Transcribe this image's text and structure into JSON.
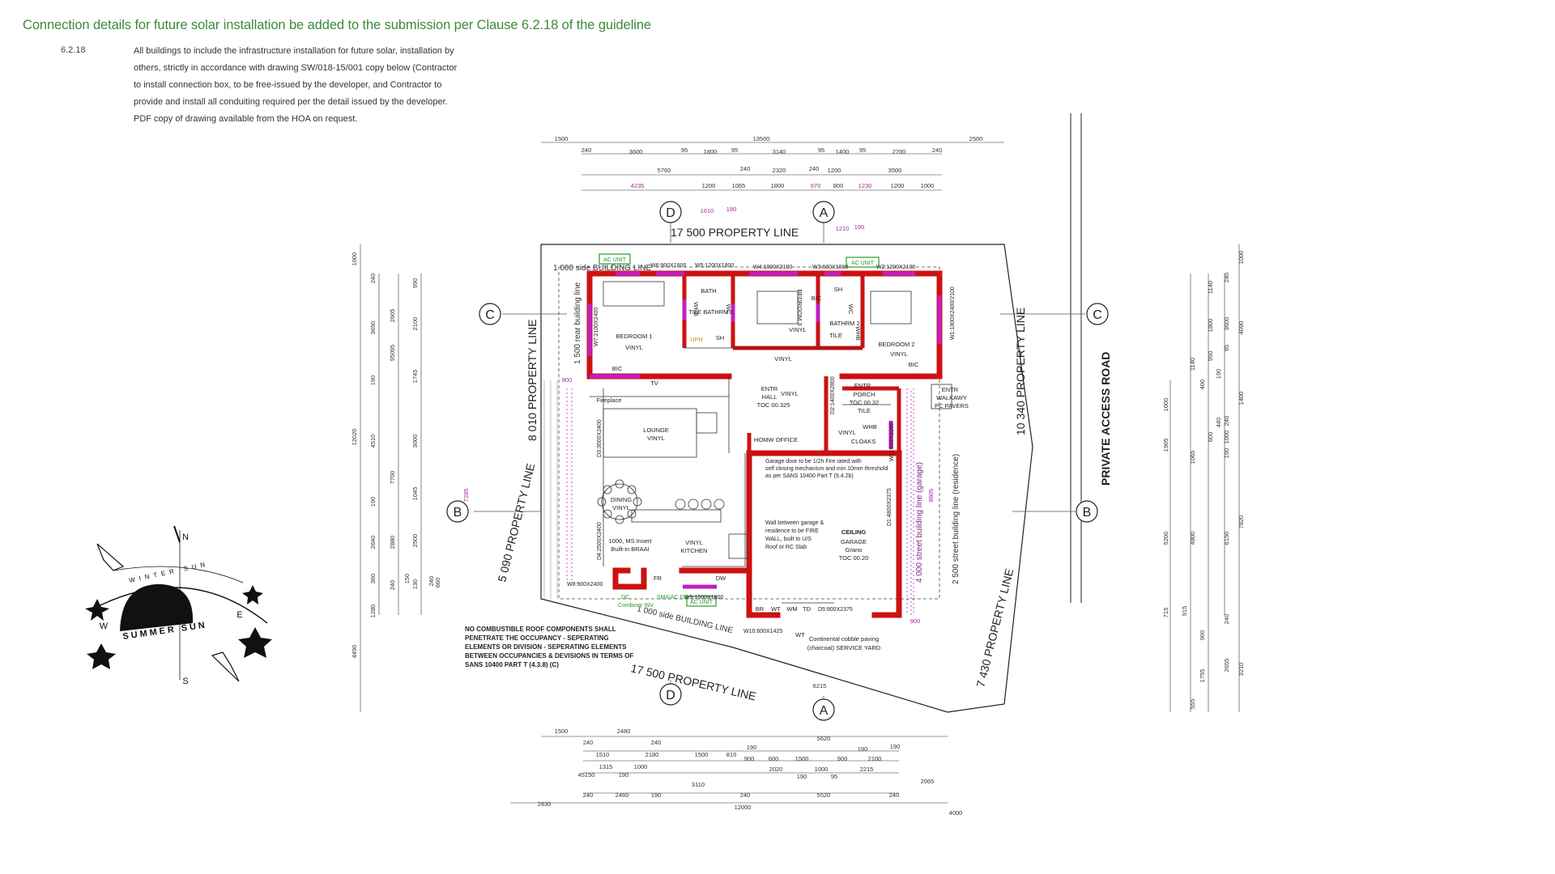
{
  "notice": {
    "title": "Connection details for future solar installation be added to the submission per Clause 6.2.18 of the guideline",
    "clause_number": "6.2.18",
    "clause_lines": [
      "All buildings to include the infrastructure installation for future solar, installation by",
      "others, strictly in accordance with drawing SW/018-15/001 copy below (Contractor",
      "to install connection box, to be free-issued by the developer, and Contractor to",
      "provide and install all conduiting required per the detail issued by the developer.",
      "PDF copy of drawing available from the HOA on request."
    ]
  },
  "plan": {
    "property_lines": {
      "top": "17 500 PROPERTY LINE",
      "bottom": "17 500 PROPERTY LINE",
      "left_upper": "8 010 PROPERTY LINE",
      "left_lower": "5 090 PROPERTY LINE",
      "right_upper": "10 340 PROPERTY LINE",
      "right_lower": "7 430 PROPERTY LINE"
    },
    "road": "PRIVATE ACCESS ROAD",
    "building_lines": {
      "side_top": "1 000 side BUILDING LINE",
      "side_bottom": "1 000 side BUILDING LINE",
      "rear": "1 500 rear building line",
      "street_garage": "4 000 street building line (garage)",
      "street_residence": "2 500 street building line (residence)"
    },
    "section_markers": {
      "a": "A",
      "b": "B",
      "c": "C",
      "d": "D"
    },
    "rooms": {
      "bedroom1": "BEDROOM 1",
      "bedroom1_floor": "VINYL",
      "bedroom2": "BEDROOM 2",
      "bedroom2_floor": "VINYL",
      "bedroom3": "BEDROOM 3",
      "bath": "BATH",
      "bathrm1": "TILE BATHRM 1",
      "bathrm2": "BATHRM 2",
      "sh1": "SH",
      "sh2": "SH",
      "wc1": "WC",
      "wc2": "WC",
      "whb1": "WHB",
      "whb2": "WHB",
      "tile": "TILE",
      "bic1": "BIC",
      "bic2": "BIC",
      "bic3": "BIC",
      "passage_floor": "VINYL",
      "bed3_floor": "VINYL",
      "ufh": "UFH",
      "tv": "TV",
      "fireplace": "Fireplace",
      "lounge": "LOUNGE",
      "lounge_floor": "VINYL",
      "dining": "DINING",
      "dining_floor": "VINYL",
      "braai1": "1000, MS Insert",
      "braai2": "Built-in BRAAI",
      "kitchen1": "VINYL",
      "kitchen2": "KITCHEN",
      "fr": "FR",
      "dw": "DW",
      "entr_hall1": "ENTR",
      "entr_hall2": "HALL",
      "entr_hall3": "TOC 00.325",
      "entr_hall_floor": "VINYL",
      "entr_porch1": "ENTR",
      "entr_porch2": "PORCH",
      "entr_porch3": "TOC 00.32",
      "entr_porch4": "TILE",
      "entr_walk1": "ENTR",
      "entr_walk2": "WALKAWY",
      "entr_walk3": "PC PAVERS",
      "home_office": "HOMW OFFICE",
      "cloaks": "CLOAKS",
      "cloaks_floor": "VINYL",
      "whb3": "WHB",
      "garage1": "CEILING",
      "garage2": "GARAGE",
      "garage3": "Grano",
      "garage4": "TOC 00.20",
      "br": "BR",
      "wt": "WT",
      "wm": "WM",
      "td": "TD",
      "wt2": "WT",
      "service_yard1": "Continental cobble paving",
      "service_yard2": "(charcoal)   SERVICE YARD",
      "ac_unit1": "AC UNIT",
      "ac_unit2": "AC UNIT",
      "ac_unit3": "AC UNIT",
      "dc_combiner1": "DC",
      "dc_combiner2": "Combiner INV",
      "smaac_db": "SMA/AC DB"
    },
    "window_labels": {
      "w6": "W6:900X1800",
      "w5": "W5:1200X1800",
      "w4": "W4:1800X2100",
      "w3": "W3:600X1800",
      "w2": "W2:1200X2100",
      "w1": "W1:1800X2400/2100",
      "w7": "W7:2100X2400",
      "w8": "W8:900X2400",
      "w9": "W9:1500X1800",
      "w10": "W10:600X1425",
      "w11": "W11:800X1200",
      "d1": "D1:4800X2375",
      "d2": "D2:1400X2800",
      "d3": "D3:3000X2400",
      "d4": "D4:2500X2400",
      "d5": "D5:900X2375"
    },
    "notes": {
      "garage_door": [
        "Garage door to be 1/2h Fire rated with",
        "self closing mechanism and min 10mm threshold",
        "as per SANS 10400 Part T (9.4.2b)"
      ],
      "firewall": [
        "Wall between garage &",
        "residence to be FIRE",
        "WALL, built to U/S",
        "Roof or RC Slab"
      ],
      "roof": [
        "NO COMBUSTIBLE ROOF COMPONENTS SHALL",
        "PENETRATE THE OCCUPANCY - SEPERATING",
        "ELEMENTS OR DIVISION - SEPERATING ELEMENTS",
        "BETWEEN OCCUPANCIES & DEVISIONS IN TERMS OF",
        "SANS 10400 PART T (4.3.8) (C)"
      ]
    },
    "dims_top": {
      "row1": [
        "1500",
        "13500",
        "2500"
      ],
      "row2": [
        "240",
        "3600",
        "95",
        "1800",
        "95",
        "3140",
        "95",
        "1400",
        "95",
        "2700",
        "240"
      ],
      "row3": [
        "5760",
        "240",
        "2320",
        "240",
        "1200",
        "3500"
      ],
      "row4": [
        "4235",
        "1200",
        "1065",
        "1800",
        "970",
        "800",
        "1230",
        "1200",
        "1000"
      ],
      "sub": [
        "1610",
        "190",
        "1210",
        "190"
      ]
    },
    "dims_bottom": {
      "row1": [
        "1500",
        "2480",
        "5620"
      ],
      "row2": [
        "240",
        "240",
        "190"
      ],
      "row3": [
        "1510",
        "2180",
        "1500",
        "810",
        "190",
        "600",
        "1500",
        "900",
        "2100"
      ],
      "row3b": [
        "190",
        "900"
      ],
      "row4": [
        "1315",
        "1000",
        "2020",
        "1000",
        "2215"
      ],
      "row4b": [
        "45150",
        "190",
        "190",
        "95"
      ],
      "row5": [
        "3110",
        "2065"
      ],
      "row6": [
        "240",
        "2460",
        "190",
        "240",
        "5520",
        "240"
      ],
      "row7": [
        "2830",
        "12000",
        "4000"
      ]
    },
    "dims_left": {
      "outer": [
        "1000",
        "12020",
        "4490"
      ],
      "mid": [
        "240",
        "3650",
        "190",
        "4510",
        "190",
        "2640",
        "360",
        "1280"
      ],
      "mid2": [
        "2605",
        "950",
        "95",
        "7700",
        "2880",
        "240"
      ],
      "inner": [
        "990",
        "2100",
        "1745",
        "3000",
        "1045",
        "2500",
        "150",
        "130",
        "240",
        "660"
      ],
      "extra": [
        "7285",
        "900"
      ]
    },
    "dims_right": {
      "outer": [
        "1000",
        "4090",
        "1400",
        "7820",
        "3210"
      ],
      "mid": [
        "240",
        "3600",
        "95",
        "240",
        "1000",
        "190",
        "6150",
        "240",
        "2655"
      ],
      "mid2": [
        "1140",
        "1800",
        "950",
        "190",
        "1140",
        "400",
        "600",
        "1065",
        "4800",
        "900",
        "1755"
      ],
      "inner": [
        "1000",
        "1905",
        "5200",
        "715",
        "915",
        "555",
        "440"
      ],
      "extra": [
        "8805",
        "900",
        "6215"
      ]
    },
    "compass": {
      "north": "N",
      "south": "S",
      "east": "E",
      "west": "W",
      "winter_sun": "WINTER SUN",
      "summer_sun": "SUMMER SUN"
    }
  },
  "colors": {
    "heading": "#3b8a3b",
    "wall": "#cc1111",
    "window": "#c21fc2",
    "dimension": "#9c2c9c",
    "line": "#222222"
  }
}
